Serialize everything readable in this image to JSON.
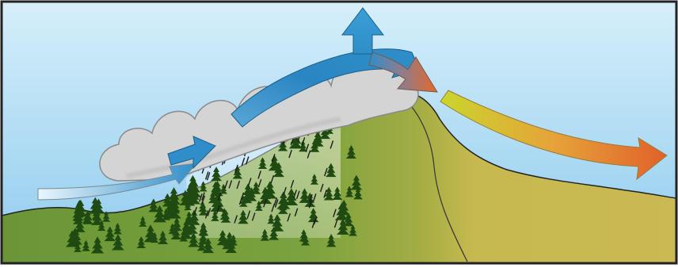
{
  "diagram": {
    "kind": "orographic-precipitation",
    "colors": {
      "sky_top": "#bfe2f6",
      "sky_bottom": "#8fcbee",
      "windward_slope": "#6f9a3a",
      "leeward_slope": "#c9b84f",
      "cloud": "#d2d2d2",
      "cloud_edge": "#8a8a8a",
      "moist_air": "#2f8ec9",
      "warming_air": "#e06b2c",
      "dry_air": "#c8cf2a",
      "tree": "#1f4a12",
      "rain": "#1b1b1b",
      "outline": "#222222"
    },
    "elements": [
      "rising-moist-air-arrow",
      "upslope-air-arrow",
      "cloud-top-updraft-arrow",
      "descending-warm-air-arrow",
      "dry-leeward-wind-arrow",
      "rain-shaft",
      "forest",
      "mountain"
    ]
  }
}
